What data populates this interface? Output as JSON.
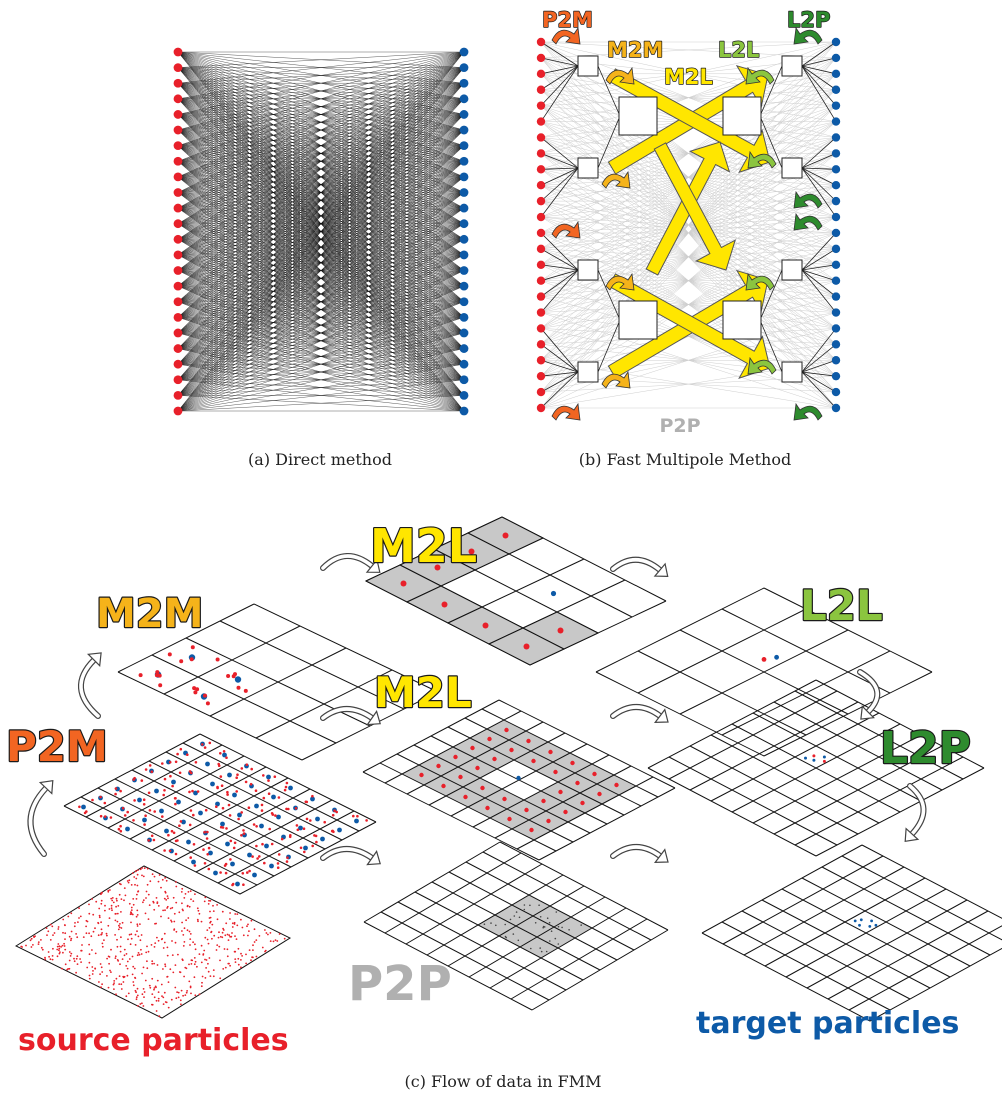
{
  "colors": {
    "source": "#e8202a",
    "target": "#0d5aa7",
    "p2m": "#f26522",
    "m2m": "#f5b31a",
    "m2l": "#ffe600",
    "l2l": "#8bc53f",
    "l2p": "#2e8b2e",
    "p2p": "#b0b0b0",
    "cell_shade": "#c8c8c8"
  },
  "panel_a": {
    "caption": "(a) Direct method"
  },
  "panel_b": {
    "caption": "(b) Fast Multipole Method",
    "labels": {
      "p2m": "P2M",
      "m2m": "M2M",
      "m2l": "M2L",
      "l2l": "L2L",
      "l2p": "L2P",
      "p2p": "P2P"
    }
  },
  "panel_c": {
    "caption": "(c) Flow of data in FMM",
    "labels": {
      "p2m": "P2M",
      "m2m": "M2M",
      "m2l_top": "M2L",
      "m2l_mid": "M2L",
      "l2l": "L2L",
      "l2p": "L2P",
      "p2p": "P2P",
      "source": "source particles",
      "target": "target particles"
    }
  }
}
